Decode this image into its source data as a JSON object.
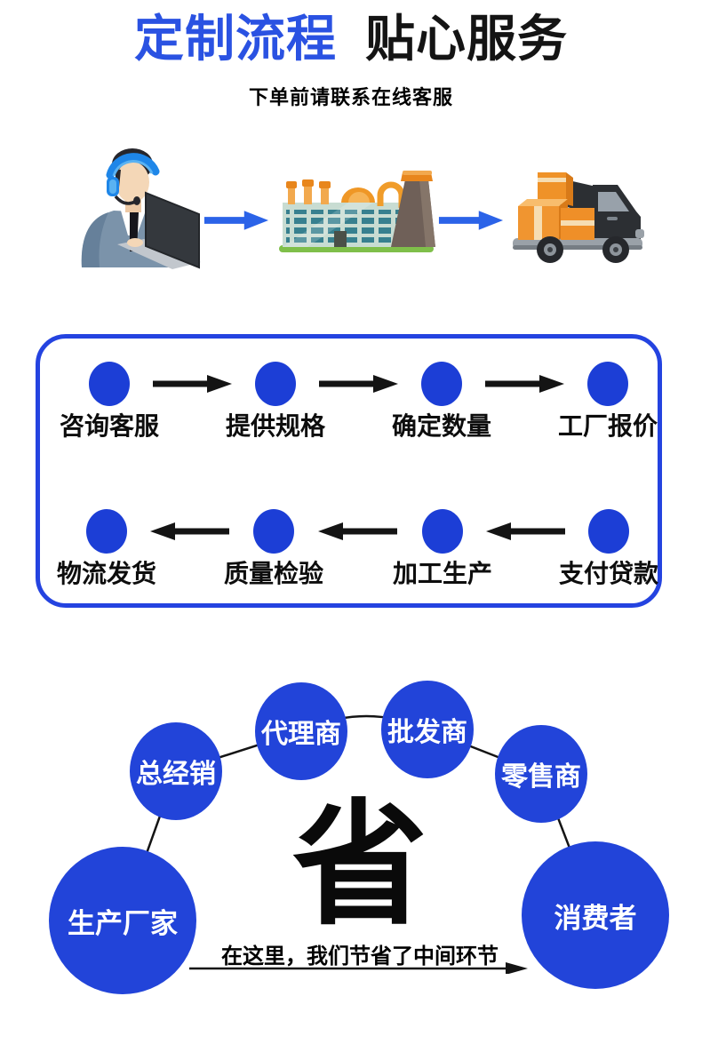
{
  "header": {
    "title_accent": "定制流程",
    "title_rest": "贴心服务",
    "subtitle": "下单前请联系在线客服"
  },
  "illustrations": {
    "step1": "customer-service-agent",
    "step2": "factory",
    "step3": "delivery-truck"
  },
  "flow": {
    "forward": [
      "咨询客服",
      "提供规格",
      "确定数量",
      "工厂报价"
    ],
    "backward": [
      "物流发货",
      "质量检验",
      "加工生产",
      "支付贷款"
    ]
  },
  "supply": {
    "center_character": "省",
    "caption": "在这里，我们节省了中间环节",
    "nodes": {
      "distributor": "总经销",
      "agent": "代理商",
      "wholesaler": "批发商",
      "retailer": "零售商",
      "producer": "生产厂家",
      "consumer": "消费者"
    }
  },
  "colors": {
    "title_blue": "#2a52e2",
    "node_blue": "#2244d9",
    "box_border_blue": "#2443e0",
    "arrow_blue": "#2b63e8",
    "text_black": "#141414"
  }
}
